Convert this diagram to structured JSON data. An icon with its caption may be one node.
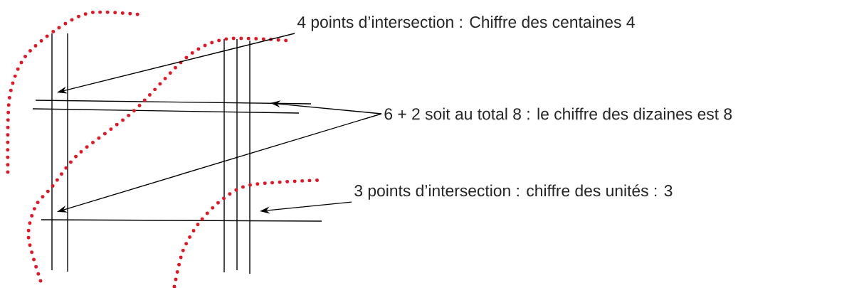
{
  "diagram": {
    "nodes": [
      {
        "text": [
          "4 points d’intersection : Chiffre des centaines 4"
        ]
      },
      {
        "text": [
          "6 + 2 soit au total 8 : le chiffre des dizaines est 8"
        ]
      },
      {
        "text": [
          "3 points d’intersection : chiffre des unités : 3"
        ]
      }
    ],
    "edges": [
      {
        "from": 0,
        "to": null,
        "arrow": "to"
      },
      {
        "from": 1,
        "to": null,
        "arrow": "to"
      },
      {
        "from": 1,
        "to": null,
        "arrow": "to"
      },
      {
        "from": 2,
        "to": null,
        "arrow": "to"
      }
    ]
  }
}
